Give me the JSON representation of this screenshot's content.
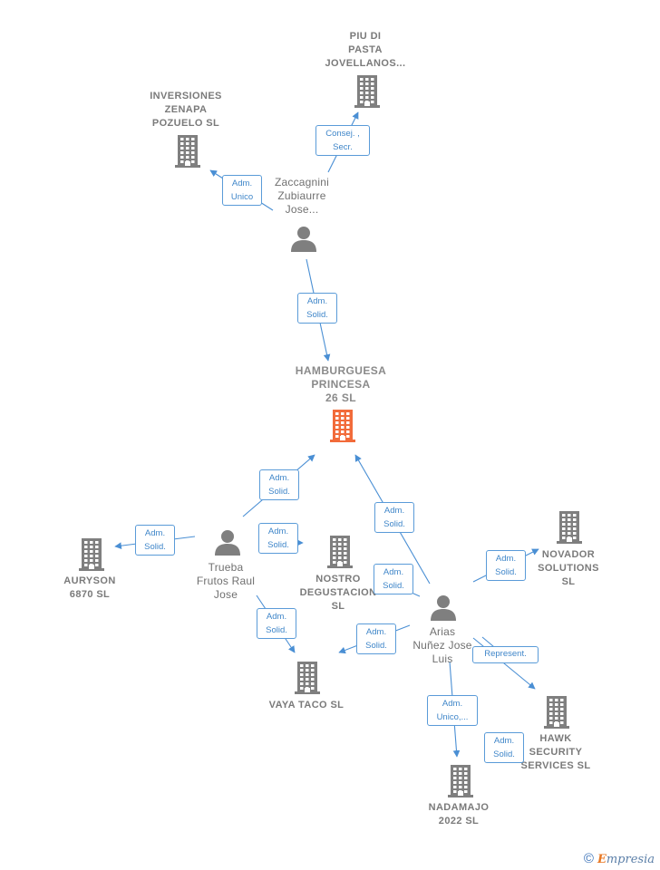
{
  "nodes": [
    {
      "id": "piu",
      "type": "company",
      "label": "PIU DI\nPASTA\nJOVELLANOS..."
    },
    {
      "id": "inversiones",
      "type": "company",
      "label": "INVERSIONES\nZENAPA\nPOZUELO  SL"
    },
    {
      "id": "zaccagnini",
      "type": "person",
      "label": "Zaccagnini\nZubiaurre\nJose..."
    },
    {
      "id": "hamburguesa",
      "type": "company",
      "label": "HAMBURGUESA\nPRINCESA\n26  SL",
      "highlight": true
    },
    {
      "id": "auryson",
      "type": "company",
      "label": "AURYSON\n6870  SL"
    },
    {
      "id": "trueba",
      "type": "person",
      "label": "Trueba\nFrutos Raul\nJose"
    },
    {
      "id": "nostro",
      "type": "company",
      "label": "NOSTRO\nDEGUSTACION\nSL"
    },
    {
      "id": "vaya",
      "type": "company",
      "label": "VAYA TACO  SL"
    },
    {
      "id": "arias",
      "type": "person",
      "label": "Arias\nNuñez Jose\nLuis"
    },
    {
      "id": "novador",
      "type": "company",
      "label": "NOVADOR\nSOLUTIONS\nSL"
    },
    {
      "id": "hawk",
      "type": "company",
      "label": "HAWK\nSECURITY\nSERVICES  SL"
    },
    {
      "id": "nadamajo",
      "type": "company",
      "label": "NADAMAJO\n2022  SL"
    }
  ],
  "edges": [
    {
      "from": "zaccagnini",
      "to": "piu",
      "label": "Consej. ,\nSecr."
    },
    {
      "from": "zaccagnini",
      "to": "inversiones",
      "label": "Adm.\nUnico"
    },
    {
      "from": "zaccagnini",
      "to": "hamburguesa",
      "label": "Adm.\nSolid."
    },
    {
      "from": "trueba",
      "to": "hamburguesa",
      "label": "Adm.\nSolid."
    },
    {
      "from": "trueba",
      "to": "auryson",
      "label": "Adm.\nSolid."
    },
    {
      "from": "trueba",
      "to": "nostro",
      "label": "Adm.\nSolid."
    },
    {
      "from": "trueba",
      "to": "vaya",
      "label": "Adm.\nSolid."
    },
    {
      "from": "arias",
      "to": "hamburguesa",
      "label": "Adm.\nSolid."
    },
    {
      "from": "arias",
      "to": "nostro",
      "label": "Adm.\nSolid."
    },
    {
      "from": "arias",
      "to": "vaya",
      "label": "Adm.\nSolid."
    },
    {
      "from": "arias",
      "to": "novador",
      "label": "Adm.\nSolid."
    },
    {
      "from": "arias",
      "to": "hawk",
      "label": "Represent."
    },
    {
      "from": "arias",
      "to": "nadamajo",
      "label": "Adm.\nUnico,..."
    },
    {
      "from": "arias",
      "to": "hawk",
      "label": "Adm.\nSolid."
    }
  ],
  "colors": {
    "company": "#7f7f7f",
    "highlight": "#f26b3a",
    "person": "#7f7f7f",
    "edge": "#4a8fd4"
  },
  "brand": {
    "copyright": "©",
    "initial": "E",
    "rest": "mpresia"
  }
}
